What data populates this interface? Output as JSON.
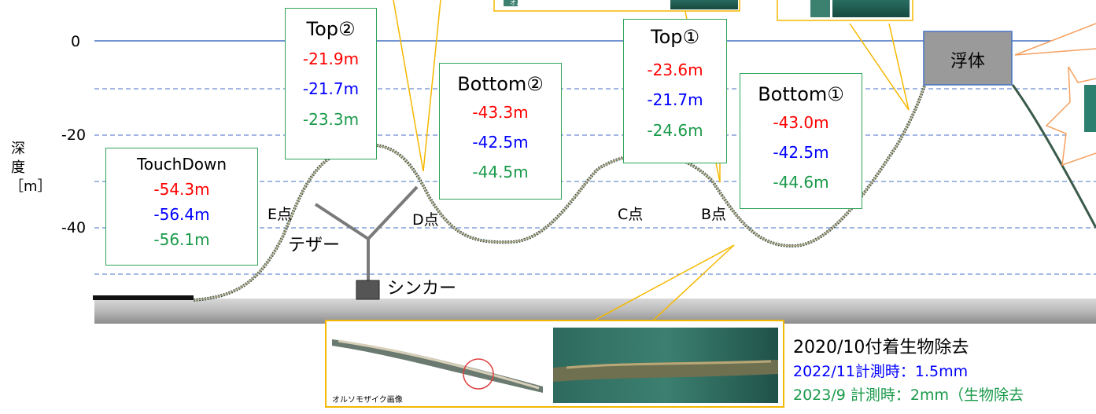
{
  "axis": {
    "ylabel": "深度［m］",
    "ticks": [
      "0",
      "-20",
      "-40"
    ]
  },
  "float_label": "浮体",
  "points": {
    "e": "E点",
    "d": "D点",
    "c": "C点",
    "b": "B点"
  },
  "tether_label": "テザー",
  "sinker_label": "シンカー",
  "ortho_label": "オルソモザイク画像",
  "measurements": [
    {
      "title": "TouchDown",
      "v1": "-54.3m",
      "v2": "-56.4m",
      "v3": "-56.1m"
    },
    {
      "title": "Top②",
      "v1": "-21.9m",
      "v2": "-21.7m",
      "v3": "-23.3m"
    },
    {
      "title": "Bottom②",
      "v1": "-43.3m",
      "v2": "-42.5m",
      "v3": "-44.5m"
    },
    {
      "title": "Top①",
      "v1": "-23.6m",
      "v2": "-21.7m",
      "v3": "-24.6m"
    },
    {
      "title": "Bottom①",
      "v1": "-43.0m",
      "v2": "-42.5m",
      "v3": "-44.6m"
    }
  ],
  "notes": {
    "line1": "2020/10付着生物除去",
    "line2": "2022/11計測時：1.5mm",
    "line3": "2023/9  計測時：2mm（生物除去"
  },
  "colors": {
    "red": "#ff0000",
    "blue": "#0000ff",
    "green": "#1a9a4a",
    "box_border": "#2fa45a",
    "callout": "#f5b800",
    "float_callout": "#f5a060"
  }
}
